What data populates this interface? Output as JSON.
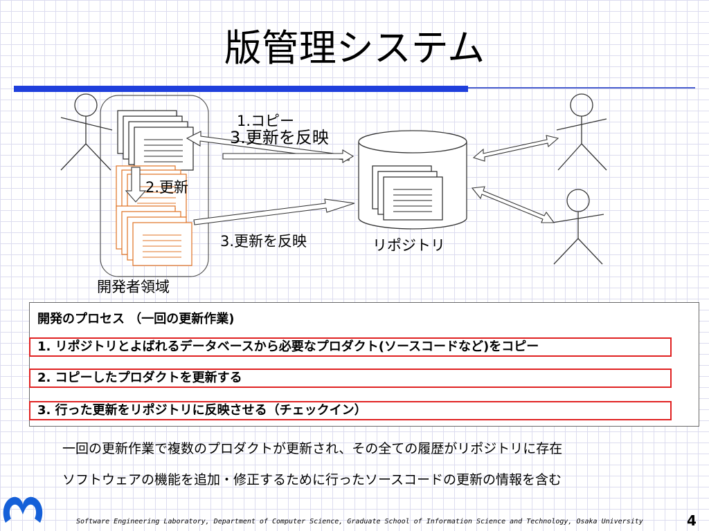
{
  "slide": {
    "title": "版管理システム",
    "page_number": "4",
    "footer": "Software Engineering Laboratory, Department of Computer Science, Graduate School of Information Science and Technology, Osaka University"
  },
  "diagram": {
    "label_copy": "1.コピー",
    "label_reflect_overlap": "3.更新を反映",
    "label_update": "2.更新",
    "label_reflect": "3.更新を反映",
    "label_repository": "リポジトリ",
    "label_dev_area": "開発者領域"
  },
  "process": {
    "title": "開発のプロセス （一回の更新作業)",
    "steps": [
      "1.   リポジトリとよばれるデータベースから必要なプロダクト(ソースコードなど)をコピー",
      "2.   コピーしたプロダクトを更新する",
      "3.   行った更新をリポジトリに反映させる（チェックイン）"
    ]
  },
  "notes": [
    "一回の更新作業で複数のプロダクトが更新され、その全ての履歴がリポジトリに存在",
    "ソフトウェアの機能を追加・修正するために行ったソースコードの更新の情報を含む"
  ],
  "colors": {
    "title_rule": "#1f3fdc",
    "step_border": "#e02020",
    "updated_doc": "#e07020",
    "logo": "#1560d8"
  }
}
